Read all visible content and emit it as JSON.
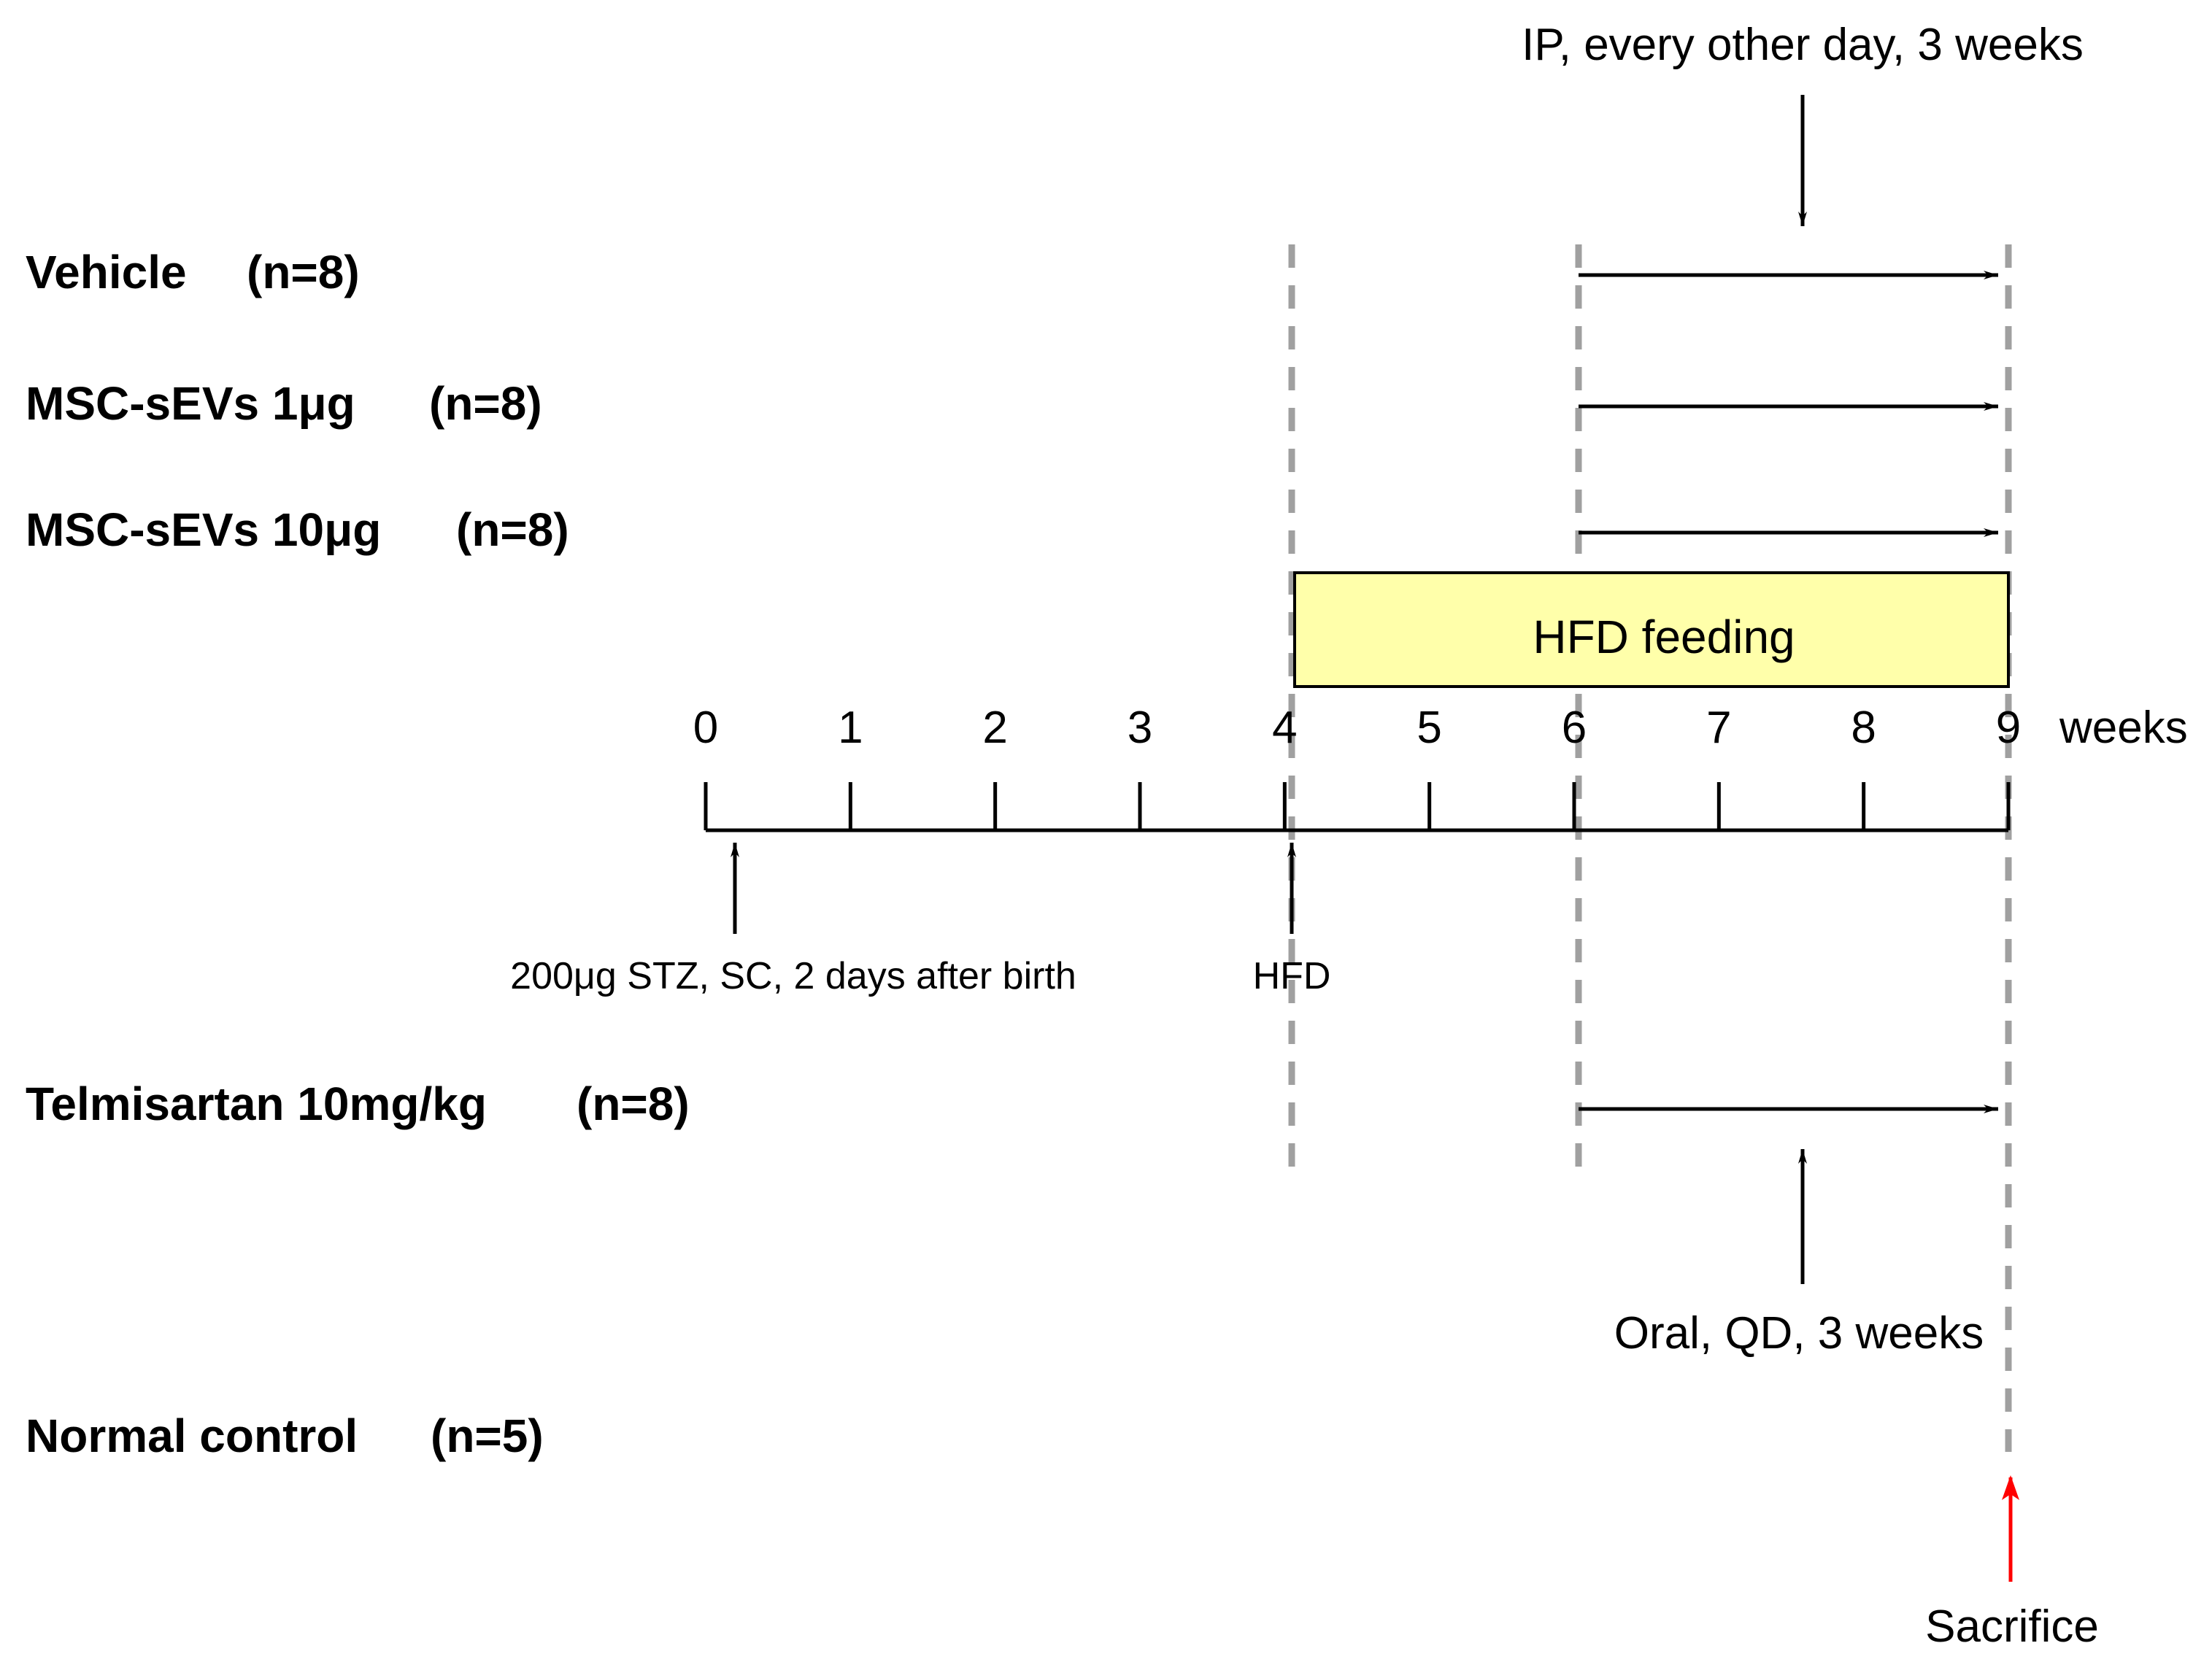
{
  "groups": {
    "vehicle": "Vehicle",
    "vehicle_n": "(n=8)",
    "msc1": "MSC-sEVs 1μg",
    "msc1_n": "(n=8)",
    "msc10": "MSC-sEVs 10μg",
    "msc10_n": "(n=8)",
    "telmisartan": "Telmisartan 10mg/kg",
    "telmisartan_n": "(n=8)",
    "normal": "Normal control",
    "normal_n": "(n=5)"
  },
  "timeline": {
    "ticks": [
      "0",
      "1",
      "2",
      "3",
      "4",
      "5",
      "6",
      "7",
      "8",
      "9"
    ],
    "unit": "weeks"
  },
  "annotations": {
    "ip": "IP, every other day, 3 weeks",
    "hfd_box": "HFD feeding",
    "stz": "200μg  STZ, SC, 2 days after birth",
    "hfd_start": "HFD",
    "oral": "Oral, QD, 3 weeks",
    "sacrifice": "Sacrifice"
  },
  "colors": {
    "hfd_box_fill": "#FFFFAA",
    "dashed_line": "#A0A0A0",
    "sacrifice_arrow": "#FF0000",
    "line": "#000000"
  }
}
